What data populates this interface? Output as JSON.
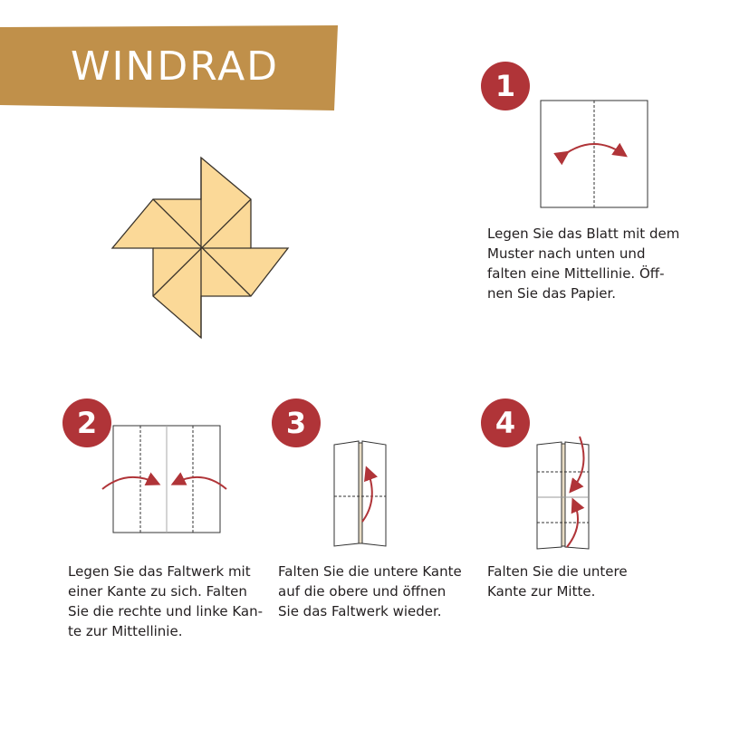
{
  "title": "WINDRAD",
  "colors": {
    "banner": "#c0904a",
    "accent": "#b03438",
    "paper": "#fbd998"
  },
  "steps": [
    {
      "number": "1",
      "lines": [
        "Legen Sie das Blatt mit dem",
        "Muster nach unten und",
        "falten eine Mittellinie. Öff-",
        "nen Sie das Papier."
      ]
    },
    {
      "number": "2",
      "lines": [
        "Legen Sie das Faltwerk mit",
        "einer Kante zu sich. Falten",
        "Sie die rechte und linke Kan-",
        "te zur Mittellinie."
      ]
    },
    {
      "number": "3",
      "lines": [
        "Falten Sie die untere Kante",
        "auf die obere und öffnen",
        "Sie das Faltwerk wieder."
      ]
    },
    {
      "number": "4",
      "lines": [
        "Falten Sie die untere",
        "Kante zur Mitte."
      ]
    }
  ]
}
